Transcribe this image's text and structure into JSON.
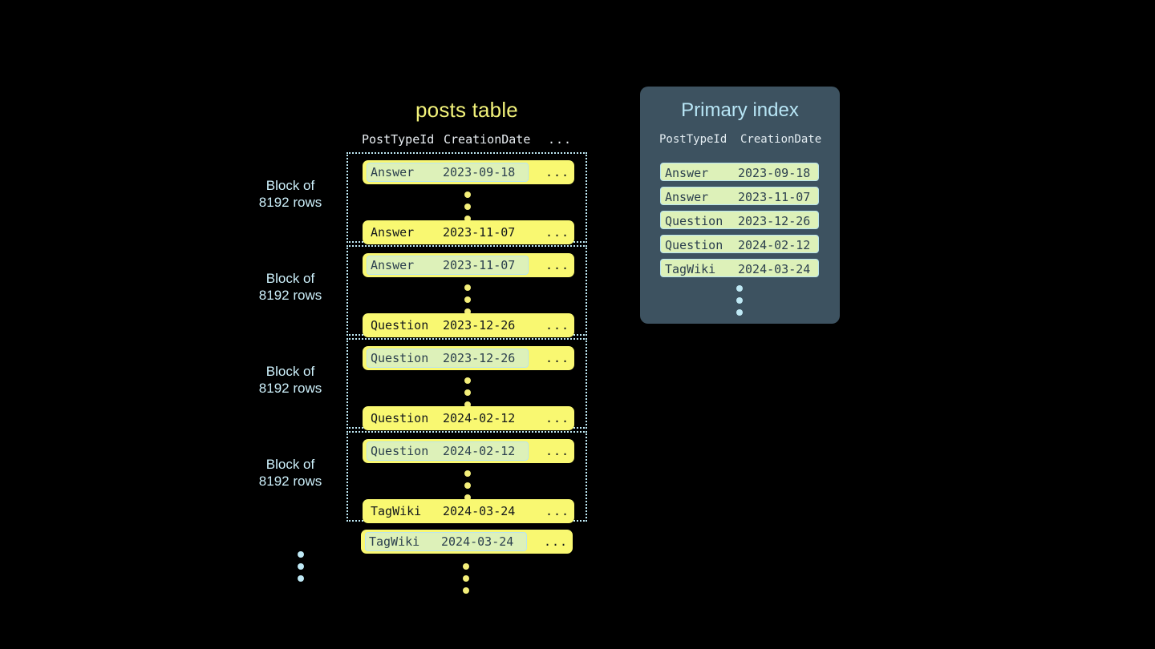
{
  "posts_table": {
    "title": "posts table",
    "columns": [
      "PostTypeId",
      "CreationDate",
      "..."
    ],
    "ellipsis_cell": "...",
    "blocks": [
      {
        "label": "Block of\n8192 rows",
        "first_row": {
          "post_type_id": "Answer",
          "creation_date": "2023-09-18",
          "more": "...",
          "highlighted": true
        },
        "last_row": {
          "post_type_id": "Answer",
          "creation_date": "2023-11-07",
          "more": "...",
          "highlighted": false
        }
      },
      {
        "label": "Block of\n8192 rows",
        "first_row": {
          "post_type_id": "Answer",
          "creation_date": "2023-11-07",
          "more": "...",
          "highlighted": true
        },
        "last_row": {
          "post_type_id": "Question",
          "creation_date": "2023-12-26",
          "more": "...",
          "highlighted": false
        }
      },
      {
        "label": "Block of\n8192 rows",
        "first_row": {
          "post_type_id": "Question",
          "creation_date": "2023-12-26",
          "more": "...",
          "highlighted": true
        },
        "last_row": {
          "post_type_id": "Question",
          "creation_date": "2024-02-12",
          "more": "...",
          "highlighted": false
        }
      },
      {
        "label": "Block of\n8192 rows",
        "first_row": {
          "post_type_id": "Question",
          "creation_date": "2024-02-12",
          "more": "...",
          "highlighted": true
        },
        "last_row": {
          "post_type_id": "TagWiki",
          "creation_date": "2024-03-24",
          "more": "...",
          "highlighted": false
        }
      }
    ],
    "trailing_row": {
      "post_type_id": "TagWiki",
      "creation_date": "2024-03-24",
      "more": "...",
      "highlighted": true
    }
  },
  "primary_index": {
    "title": "Primary index",
    "columns": [
      "PostTypeId",
      "CreationDate"
    ],
    "rows": [
      {
        "post_type_id": "Answer",
        "creation_date": "2023-09-18"
      },
      {
        "post_type_id": "Answer",
        "creation_date": "2023-11-07"
      },
      {
        "post_type_id": "Question",
        "creation_date": "2023-12-26"
      },
      {
        "post_type_id": "Question",
        "creation_date": "2024-02-12"
      },
      {
        "post_type_id": "TagWiki",
        "creation_date": "2024-03-24"
      }
    ]
  },
  "colors": {
    "background": "#000000",
    "row_yellow": "#f9f871",
    "key_green": "#ddf1b9",
    "key_border": "#b9e4ef",
    "block_border": "#bfe9f5",
    "table_title": "#f2f27a",
    "index_panel": "#3d5260",
    "index_title": "#b8e6f6",
    "label_text": "#cdf0fb",
    "header_text": "#e9eef2",
    "row_text": "#12161b",
    "key_text": "#2b3f4e",
    "dots_yellow": "#f4ef7a",
    "dots_cyan": "#bfe9f5"
  }
}
